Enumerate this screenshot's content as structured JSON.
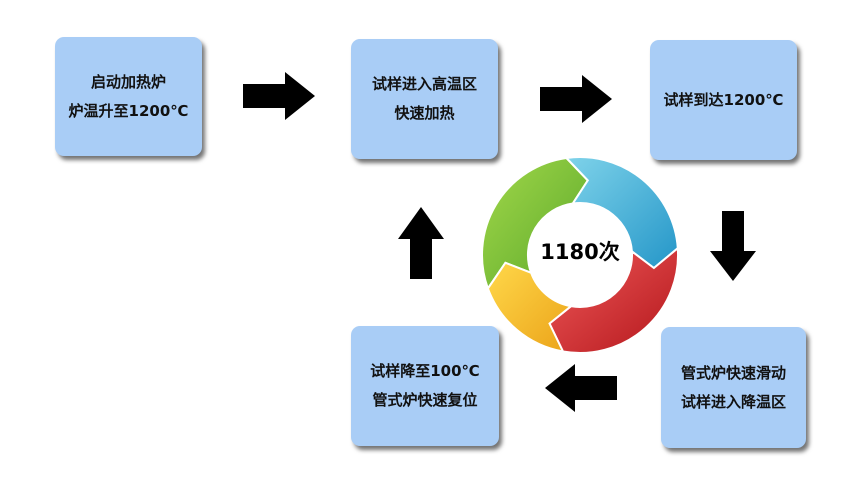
{
  "boxes": [
    {
      "lines": [
        "启动加热炉",
        "炉温升至1200℃"
      ]
    },
    {
      "lines": [
        "试样进入高温区",
        "快速加热"
      ]
    },
    {
      "lines": [
        "试样到达1200℃"
      ]
    },
    {
      "lines": [
        "管式炉快速滑动",
        "试样进入降温区"
      ]
    },
    {
      "lines": [
        "试样降至100℃",
        "管式炉快速复位"
      ]
    }
  ],
  "cycle": {
    "label": "1180次"
  },
  "colors": {
    "box_fill": "#a9cdf6",
    "arrow": "#000000",
    "ring_green": "#8cc63f",
    "ring_blue": "#3fb5dc",
    "ring_red": "#df2a2a",
    "ring_yellow": "#f6c12c"
  }
}
